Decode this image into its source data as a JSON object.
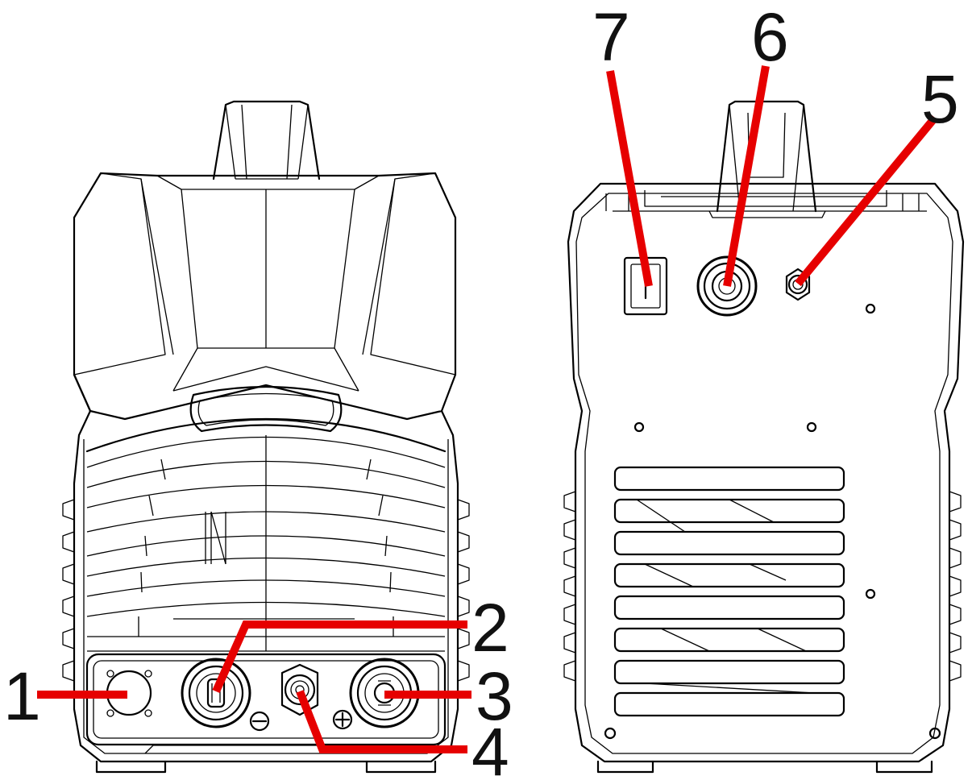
{
  "callouts": [
    {
      "id": "1",
      "text": "1"
    },
    {
      "id": "2",
      "text": "2"
    },
    {
      "id": "3",
      "text": "3"
    },
    {
      "id": "4",
      "text": "4"
    },
    {
      "id": "5",
      "text": "5"
    },
    {
      "id": "6",
      "text": "6"
    },
    {
      "id": "7",
      "text": "7"
    }
  ],
  "symbols": {
    "minus": "−",
    "plus": "+"
  },
  "colors": {
    "leader": "#e60000",
    "outline": "#000000",
    "background": "#ffffff"
  }
}
